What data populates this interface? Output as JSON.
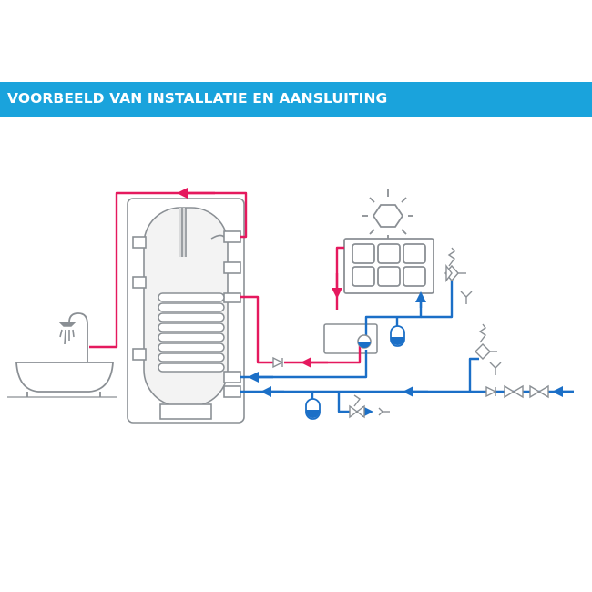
{
  "banner": {
    "title": "VOORBEELD VAN INSTALLATIE EN AANSLUITING",
    "color": "#1aa3dc"
  },
  "colors": {
    "hot_line": "#e5195e",
    "cold_line": "#1b6fc7",
    "outline": "#8a8f94",
    "tank_fill": "#f3f3f3"
  },
  "diagram": {
    "components": [
      "bathtub-with-shower",
      "hot-water-tank",
      "heating-coil",
      "solar-panel",
      "sun",
      "solar-controller-with-pump",
      "expansion-vessel",
      "safety-valve",
      "shutoff-valve",
      "check-valve",
      "drain-funnel"
    ],
    "icons": [
      "sun-icon",
      "shower-icon",
      "pump-icon",
      "valve-icon",
      "funnel-icon"
    ]
  }
}
